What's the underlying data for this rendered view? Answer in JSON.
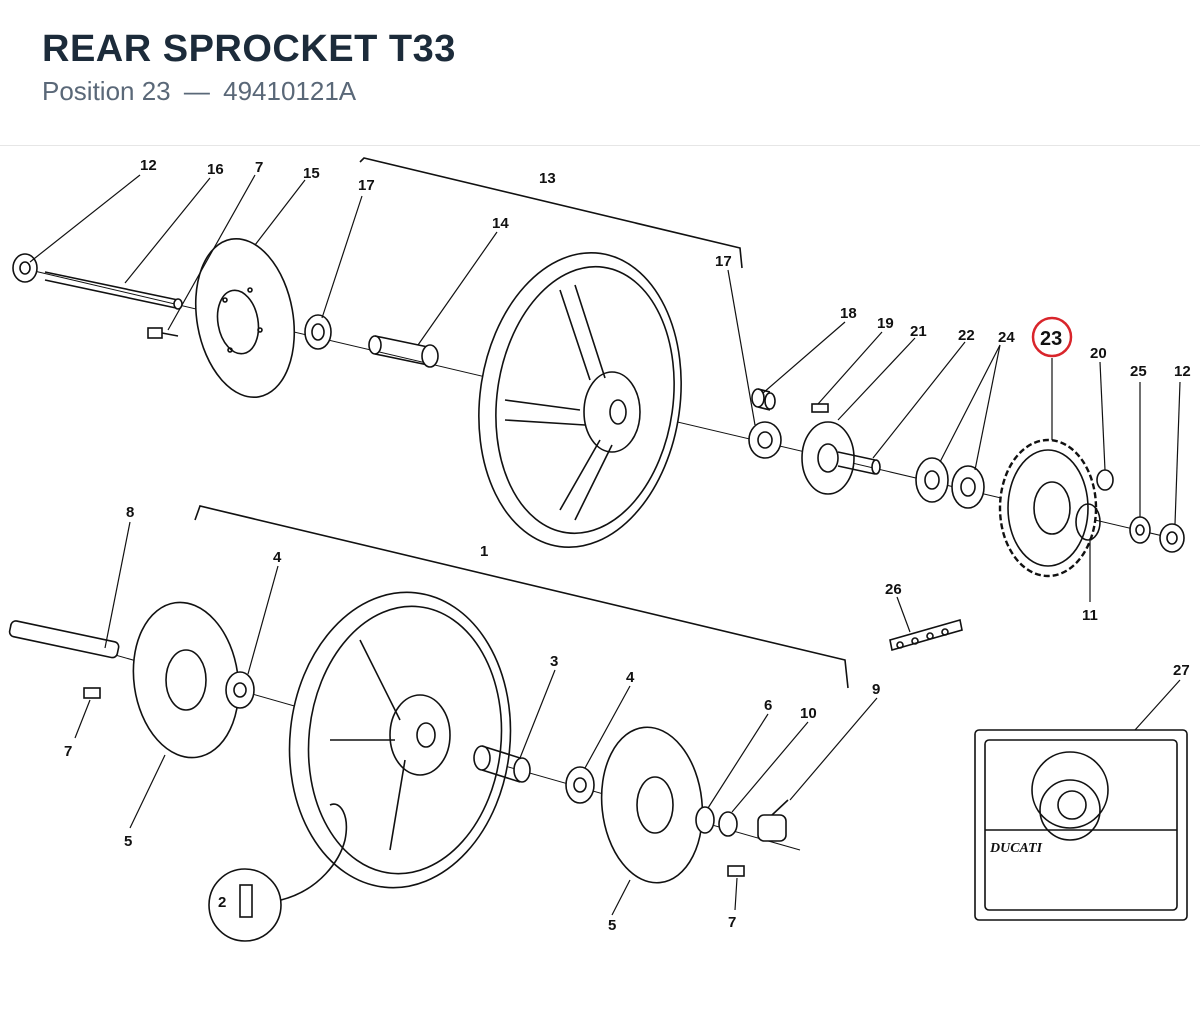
{
  "header": {
    "title": "REAR SPROCKET T33",
    "position_label": "Position 23",
    "separator": "—",
    "part_number": "49410121A"
  },
  "highlight": {
    "callout": "23",
    "color": "#d9252b"
  },
  "callouts": {
    "c12a": "12",
    "c16": "16",
    "c7a": "7",
    "c15": "15",
    "c17a": "17",
    "c13": "13",
    "c14": "14",
    "c17b": "17",
    "c18": "18",
    "c19": "19",
    "c21": "21",
    "c22": "22",
    "c24": "24",
    "c20": "20",
    "c25": "25",
    "c12b": "12",
    "c11": "11",
    "c26": "26",
    "c8": "8",
    "c4a": "4",
    "c1": "1",
    "c3": "3",
    "c4b": "4",
    "c6": "6",
    "c10": "10",
    "c9": "9",
    "c27": "27",
    "c7b": "7",
    "c5a": "5",
    "c2": "2",
    "c7c": "7",
    "c5b": "5",
    "logo": "DUCATI"
  }
}
